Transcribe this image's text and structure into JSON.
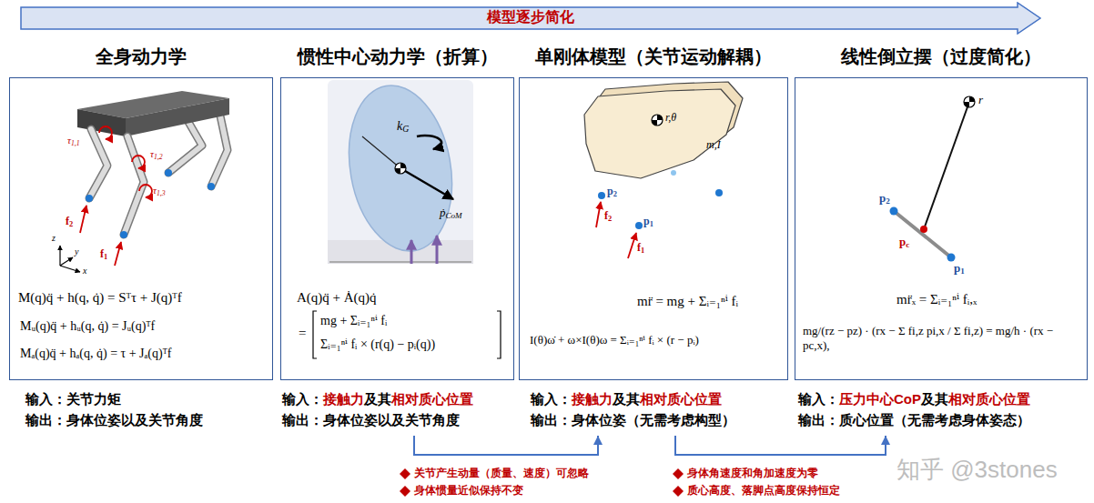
{
  "diagram": {
    "nodes": [
      {
        "text": [
          "模型逐步简化"
        ]
      },
      {
        "text": [
          "全身动力学",
          "输入：关节力矩",
          "输出：身体位姿以及关节角度"
        ]
      },
      {
        "text": [
          "惯性中心动力学（折算）",
          "输入：接触力及其相对质心位置",
          "输出：身体位姿以及关节角度"
        ]
      },
      {
        "text": [
          "单刚体模型（关节运动解耦）",
          "输入：接触力及其相对质心位置",
          "输出：身体位姿（无需考虑构型）"
        ]
      },
      {
        "text": [
          "线性倒立摆（过度简化）",
          "输入：压力中心CoP及其相对质心位置",
          "输出：质心位置（无需考虑身体姿态）"
        ]
      }
    ],
    "edges": [
      {
        "from": 2,
        "to": 3,
        "arrow": "to"
      },
      {
        "from": 3,
        "to": 4,
        "arrow": "to"
      }
    ],
    "labels": [
      "τ1,1",
      "τ1,2",
      "τ1,3",
      "f2",
      "f1",
      "z",
      "y",
      "x",
      "M(q)q̈ + h(q, q̇) = Sᵀτ + J(q)ᵀf",
      "Mᵤ(q)q̈ + hᵤ(q, q̇) = Jᵤ(q)ᵀf",
      "Mₐ(q)q̈ + hₐ(q, q̇) = τ + Jₐ(q)ᵀf",
      "kG",
      "ṗCoM",
      "A(q)q̈ + Ȧ(q)q̇",
      "=",
      "mg + Σᵢ₌₁ⁿⁱ fᵢ",
      "Σᵢ₌₁ⁿⁱ fᵢ × (r(q) − pᵢ(q))",
      "r,θ",
      "m,I",
      "p2",
      "f2",
      "p1",
      "f1",
      "mr̈ = mg + Σᵢ₌₁ⁿⁱ fᵢ",
      "I(θ)ω̇ + ω×I(θ)ω = Σᵢ₌₁ⁿⁱ fᵢ × (r − pᵢ)",
      "r",
      "p2",
      "pc",
      "p1",
      "mr̈ₓ = Σᵢ₌₁ⁿⁱ fᵢ,ₓ",
      "mg/(rz − pz) · (rx − Σ fi,z pi,x / Σ fi,z) = mg/h · (rx − pc,x),",
      "关节产生动量（质量、速度）可忽略",
      "身体惯量近似保持不变",
      "身体角速度和角加速度为零",
      "质心高度、落脚点高度保持恒定",
      "知乎 @3stones"
    ]
  }
}
